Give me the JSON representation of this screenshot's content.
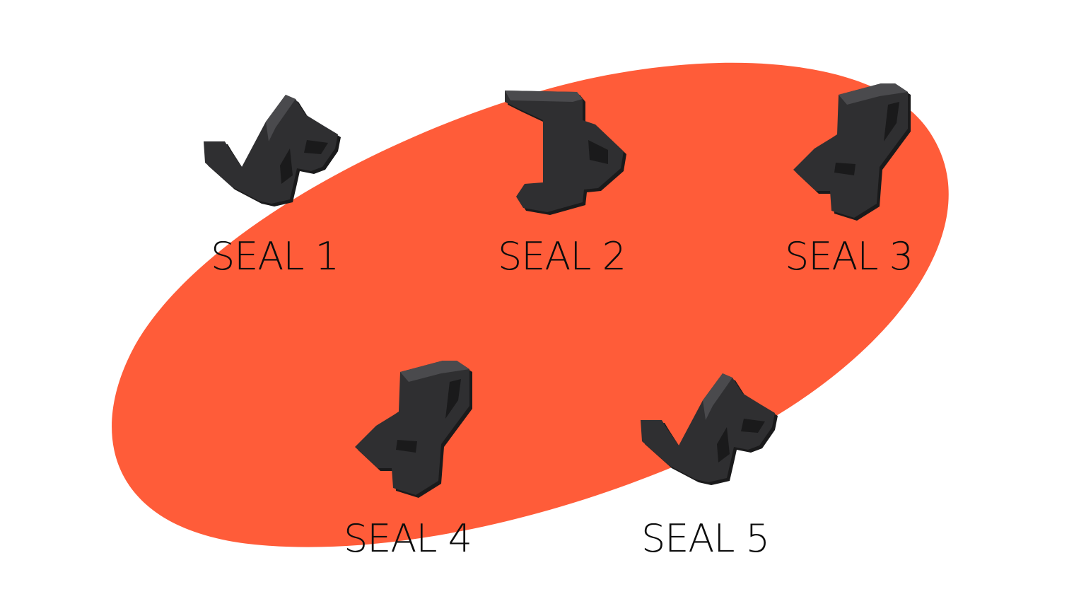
{
  "colors": {
    "background": "#ffffff",
    "blob": "#ff5c39",
    "seal_body": "#2f2f31",
    "seal_edge": "#1a1a1b",
    "seal_highlight": "#4a4a4d",
    "label_text": "#0d0d0d"
  },
  "seals": [
    {
      "label": "SEAL 1",
      "icon": "seal-profile-hook-icon"
    },
    {
      "label": "SEAL 2",
      "icon": "seal-profile-c-icon"
    },
    {
      "label": "SEAL 3",
      "icon": "seal-profile-wing-icon"
    },
    {
      "label": "SEAL 4",
      "icon": "seal-profile-wing-icon"
    },
    {
      "label": "SEAL 5",
      "icon": "seal-profile-hook-icon"
    }
  ]
}
